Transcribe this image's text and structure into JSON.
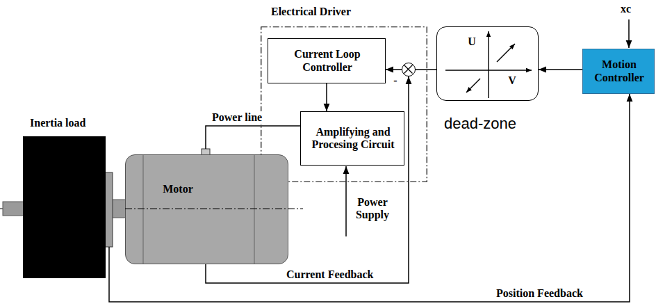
{
  "diagram": {
    "nodes": [
      {
        "text": [
          "Electrical Driver"
        ]
      },
      {
        "text": [
          "Current Loop Controller"
        ],
        "in": 0
      },
      {
        "text": [
          "-"
        ],
        "in": 0
      },
      {
        "text": [
          "Amplifying and Procesing Circuit"
        ],
        "in": 0
      },
      {
        "text": [
          "U",
          "V",
          "dead-zone"
        ]
      },
      {
        "text": [
          "Motion Controller"
        ]
      },
      {
        "text": [
          "Inertia load"
        ]
      },
      {
        "text": [
          "Motor"
        ]
      }
    ],
    "edges": [
      {
        "from": 5,
        "to": 4,
        "arrow": "to"
      },
      {
        "from": 4,
        "to": 2,
        "arrow": "to"
      },
      {
        "from": 2,
        "to": 1,
        "arrow": "to"
      },
      {
        "from": 1,
        "to": 3,
        "arrow": "to"
      },
      {
        "from": 3,
        "to": 7,
        "arrow": "none",
        "label": "Power line"
      },
      {
        "from": 7,
        "to": 2,
        "arrow": "to",
        "label": "Current Feedback"
      },
      {
        "from": 6,
        "to": 5,
        "arrow": "to",
        "label": "Position Feedback"
      }
    ],
    "labels": [
      "xc",
      "Power Supply"
    ]
  }
}
